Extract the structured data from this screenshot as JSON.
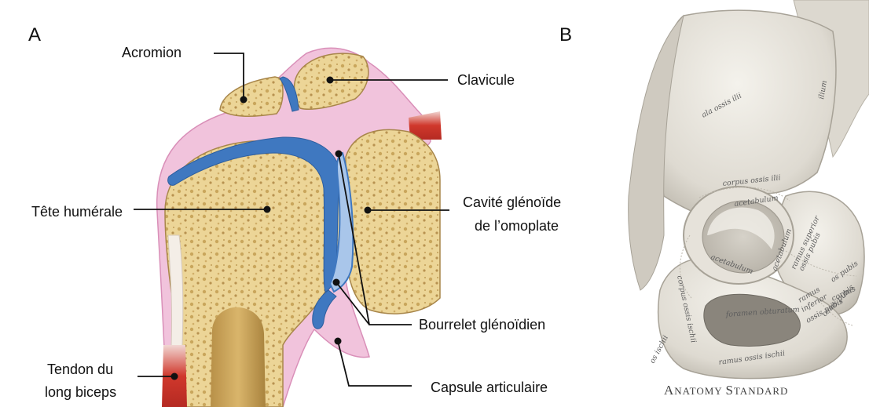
{
  "panels": {
    "a": "A",
    "b": "B"
  },
  "shoulder_labels": {
    "acromion": "Acromion",
    "clavicule": "Clavicule",
    "tete_humerale": "Tête humérale",
    "cavite_line1": "Cavité glénoïde",
    "cavite_line2": "de l’omoplate",
    "bourrelet": "Bourrelet glénoïdien",
    "tendon_line1": "Tendon du",
    "tendon_line2": "long biceps",
    "capsule": "Capsule articulaire"
  },
  "pelvis_labels": {
    "ala_ossis_ilii": "ala ossis ilii",
    "ilium": "ilium",
    "corpus_ossis_ilii": "corpus ossis ilii",
    "acetabulum_top": "acetabulum",
    "acetabulum_left": "acetabulum",
    "acetabulum_right": "acetabulum",
    "ramus_superior_1": "ramus superior",
    "ramus_superior_2": "ossis pubis",
    "os_pubis": "os pubis",
    "corpus_ossis_ischii": "corpus ossis ischii",
    "foramen_obturatum": "foramen obturatum",
    "corpus_ossis_pubis_1": "corpus",
    "corpus_ossis_pubis_2": "ossis pubis",
    "ramus_inferior_1": "ramus",
    "ramus_inferior_2": "inferior",
    "ramus_inferior_3": "ossis pubis",
    "ramus_ossis_ischii": "ramus ossis ischii",
    "os_ischii": "os ischii"
  },
  "credit": {
    "big1": "A",
    "small1": "NATOMY ",
    "big2": "S",
    "small2": "TANDARD"
  },
  "colors": {
    "bone": "#e9cf8e",
    "bone_edge": "#b89b57",
    "cartilage": "#3f78c0",
    "capsule": "#f1c3dc",
    "muscle": "#d0382c",
    "pelvis_bone": "#e8e5de"
  }
}
